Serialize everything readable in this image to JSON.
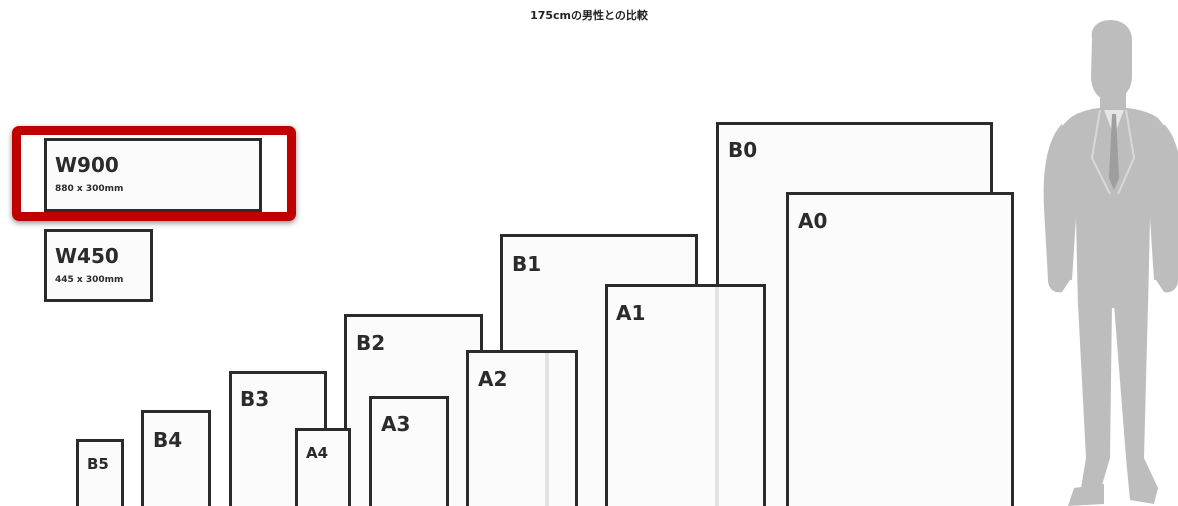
{
  "title": "175cmの男性との比較",
  "boards": {
    "w900": {
      "name": "W900",
      "size": "880 x 300mm"
    },
    "w450": {
      "name": "W450",
      "size": "445 x 300mm"
    }
  },
  "papers": {
    "b0": "B0",
    "a0": "A0",
    "b1": "B1",
    "a1": "A1",
    "b2": "B2",
    "a2": "A2",
    "b3": "B3",
    "a3": "A3",
    "a4": "A4",
    "b4": "B4",
    "b5": "B5"
  },
  "colors": {
    "outline": "#2b2b2b",
    "highlight": "#c00000",
    "silhouette": "#bdbdbd"
  },
  "icons": {
    "person": "man-silhouette-icon"
  }
}
